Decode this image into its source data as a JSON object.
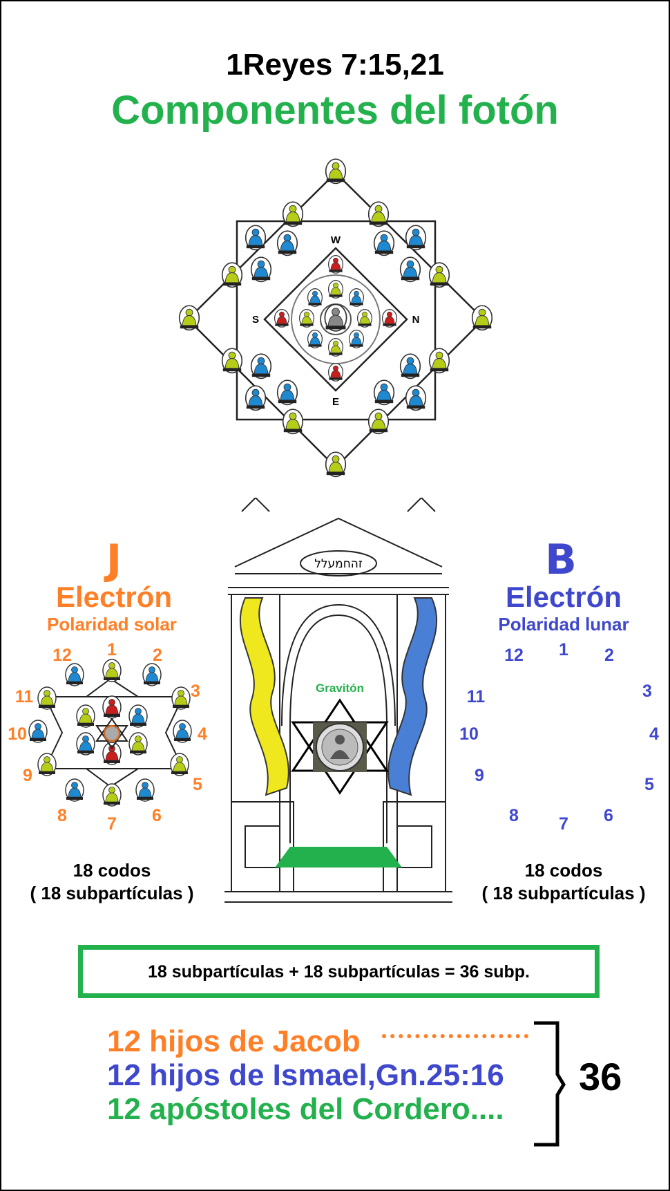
{
  "header": {
    "reference": "1Reyes 7:15,21",
    "title": "Componentes del fotón"
  },
  "mandala": {
    "directions": {
      "west": "W",
      "south": "S",
      "north": "N",
      "east": "E"
    }
  },
  "colors": {
    "orange": "#ff7f27",
    "blue": "#3f48cc",
    "green": "#22b14c",
    "figure_yellow": "#b5cc18",
    "figure_blue": "#1e88d0",
    "figure_red": "#c81e1e"
  },
  "left": {
    "letter": "J",
    "particle": "Electrón",
    "polarity": "Polaridad solar",
    "numbers": [
      "1",
      "2",
      "3",
      "4",
      "5",
      "6",
      "7",
      "8",
      "9",
      "10",
      "11",
      "12"
    ],
    "codos": "18 codos",
    "subparticles": "( 18 subpartículas )"
  },
  "center": {
    "inscription": "זהחמעלל",
    "graviton": "Gravitón"
  },
  "right": {
    "letter": "B",
    "particle": "Electrón",
    "polarity": "Polaridad lunar",
    "numbers": [
      "1",
      "2",
      "3",
      "4",
      "5",
      "6",
      "7",
      "8",
      "9",
      "10",
      "11",
      "12"
    ],
    "codos": "18 codos",
    "subparticles": "( 18 subpartículas )"
  },
  "equation": "18 subpartículas + 18 subpartículas = 36 subp.",
  "groups": {
    "items": [
      "12 hijos de Jacob",
      "12 hijos de Ismael,Gn.25:16",
      "12 apóstoles del Cordero...."
    ],
    "total": "36"
  }
}
